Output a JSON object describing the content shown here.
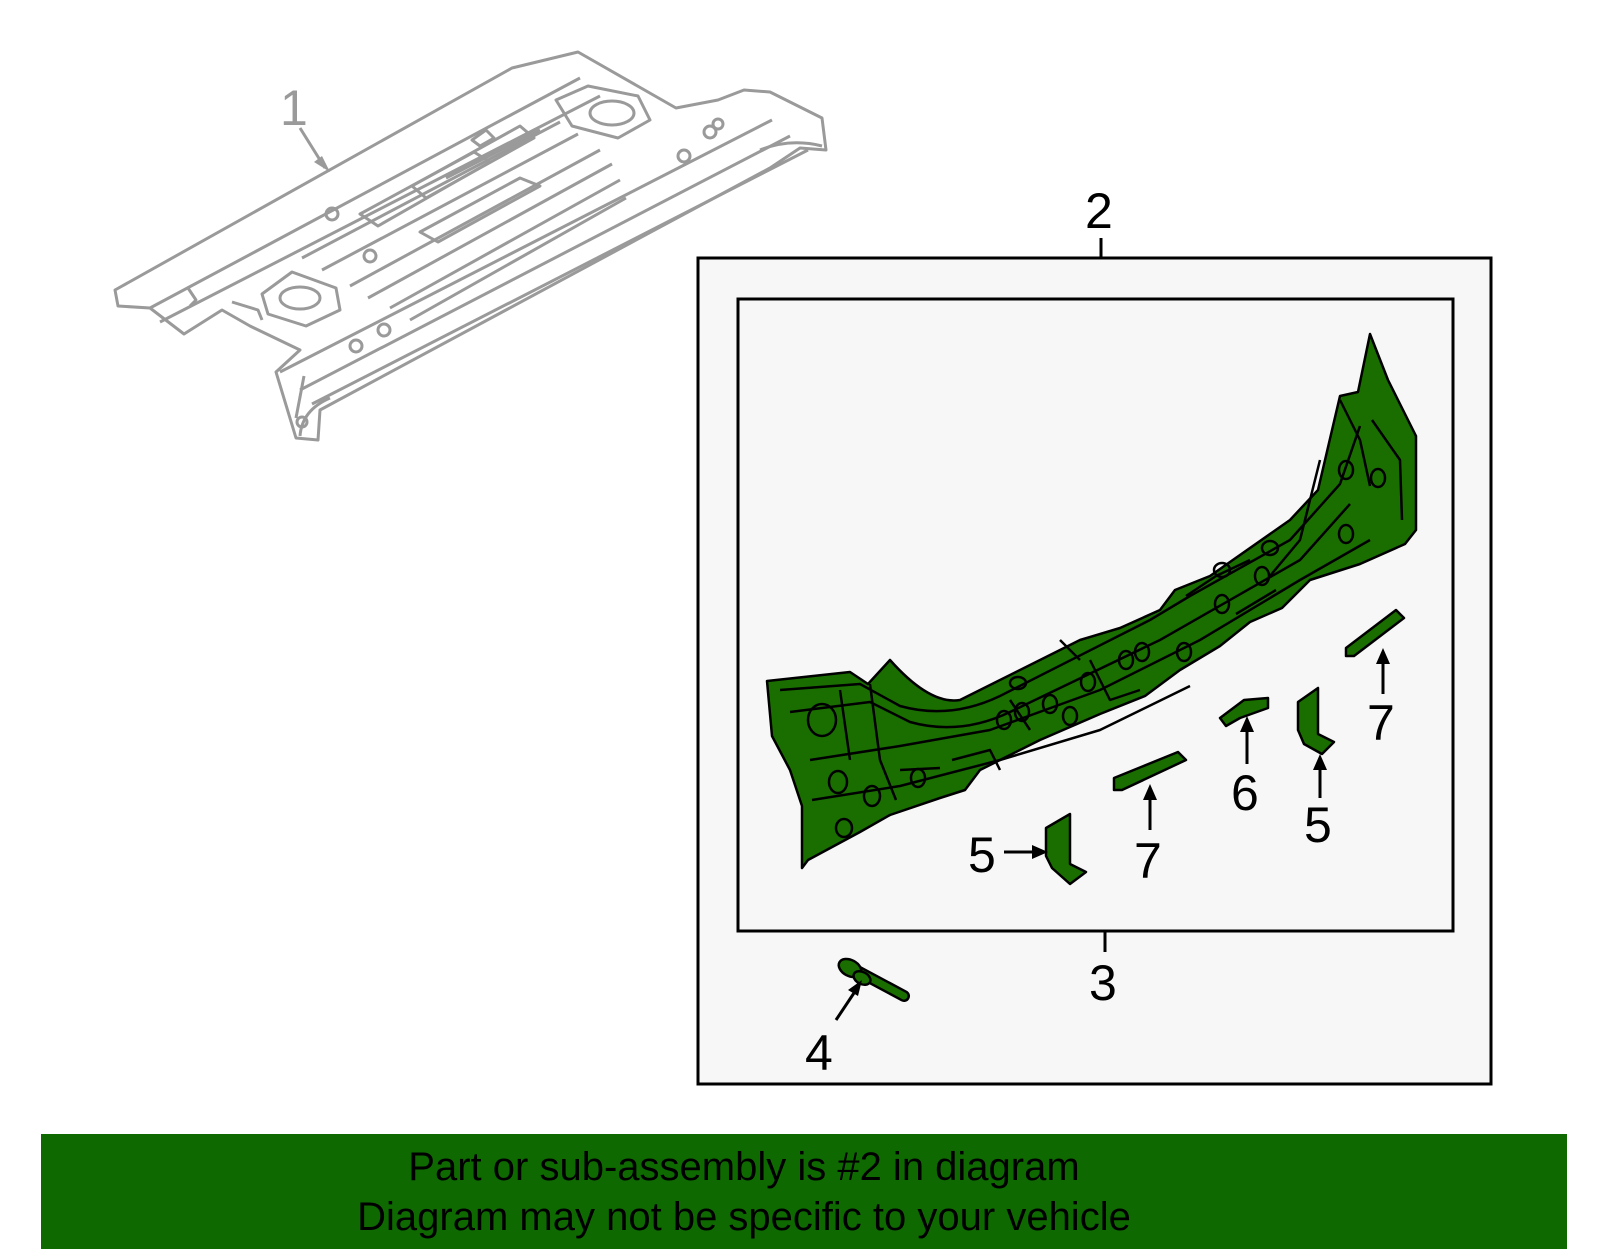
{
  "callouts": {
    "part_1": "1",
    "part_2": "2",
    "part_3": "3",
    "part_4": "4",
    "part_5a": "5",
    "part_5b": "5",
    "part_6": "6",
    "part_7a": "7",
    "part_7b": "7"
  },
  "footer": {
    "line1": "Part or sub-assembly is #2 in diagram",
    "line2": "Diagram may not be specific to your vehicle"
  },
  "colors": {
    "highlight_part": "#1a6e00",
    "footer_background": "#0e6a00",
    "reference_part_outline": "#9a9a9a",
    "box_fill": "#f7f7f7"
  },
  "icons": {
    "part_1": "rear-floor-panel-outline",
    "part_2": "rear-body-panel-assembly",
    "part_4": "stud-bolt"
  }
}
